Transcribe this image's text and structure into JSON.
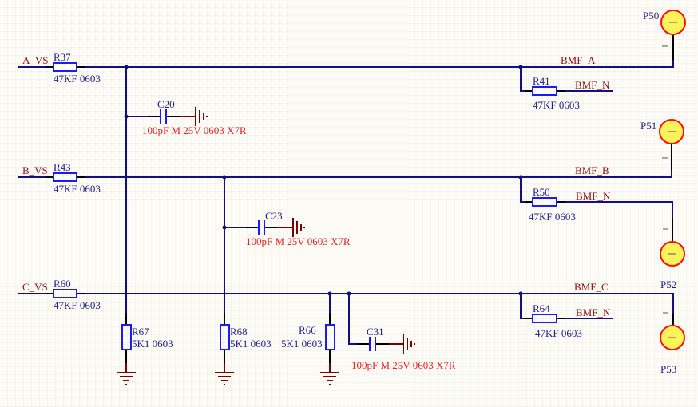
{
  "nets": {
    "a_vs": "A_VS",
    "b_vs": "B_VS",
    "c_vs": "C_VS",
    "bmf_a": "BMF_A",
    "bmf_b": "BMF_B",
    "bmf_c": "BMF_C",
    "bmf_n": "BMF_N"
  },
  "resistors": {
    "R37": {
      "des": "R37",
      "val": "47KF 0603"
    },
    "R43": {
      "des": "R43",
      "val": "47KF 0603"
    },
    "R60": {
      "des": "R60",
      "val": "47KF 0603"
    },
    "R41": {
      "des": "R41",
      "val": "47KF 0603"
    },
    "R50": {
      "des": "R50",
      "val": "47KF 0603"
    },
    "R64": {
      "des": "R64",
      "val": "47KF 0603"
    },
    "R67": {
      "des": "R67",
      "val": "5K1 0603"
    },
    "R68": {
      "des": "R68",
      "val": "5K1 0603"
    },
    "R66": {
      "des": "R66",
      "val": "5K1 0603"
    }
  },
  "capacitors": {
    "C20": {
      "des": "C20",
      "val": "100pF M 25V 0603 X7R"
    },
    "C23": {
      "des": "C23",
      "val": "100pF M 25V 0603 X7R"
    },
    "C31": {
      "des": "C31",
      "val": "100pF M 25V 0603 X7R"
    }
  },
  "ports": {
    "P50": "P50",
    "P51": "P51",
    "P52": "P52",
    "P53": "P53",
    "pin": "1"
  }
}
